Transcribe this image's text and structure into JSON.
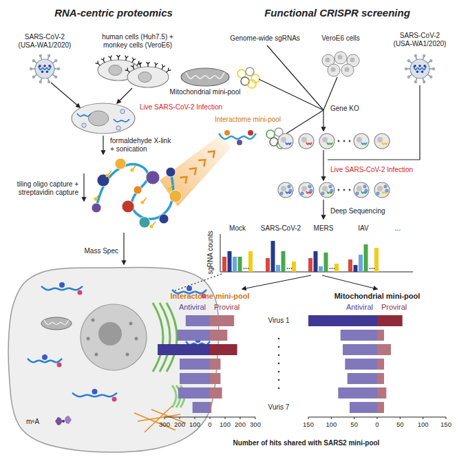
{
  "diagram": {
    "labels": [
      "RNA-centric proteomics",
      "Functional CRISPR screening",
      "SARS-CoV-2 (USA-WA1/2020)",
      "human cells (Huh7.5) + monkey cells (VeroE6)",
      "Live SARS-CoV-2 Infection",
      "formaldehyde X-link + sonication",
      "tiling oligo capture + streptavidin capture",
      "Mass Spec",
      "m⁶A",
      "Genome-wide sgRNAs",
      "VeroE6 cells",
      "SARS-CoV-2 (USA-WA1/2020)",
      "Mitochondrial mini-pool",
      "Interactome mini-pool",
      "Gene KO",
      "Live SARS-CoV-2 Infection",
      "Deep Sequencing",
      "sgRNA counts",
      "Mock",
      "SARS-CoV-2",
      "MERS",
      "IAV",
      "...",
      "Interactome mini-pool",
      "Mitochondrial mini-pool",
      "Antiviral",
      "Proviral",
      "Antiviral",
      "Proviral",
      "Virus 1",
      "Vuris 7",
      "300",
      "200",
      "100",
      "0",
      "100",
      "200",
      "300",
      "150",
      "100",
      "50",
      "0",
      "50",
      "100",
      "150",
      "Number of hits shared with SARS2 mini-pool"
    ]
  }
}
